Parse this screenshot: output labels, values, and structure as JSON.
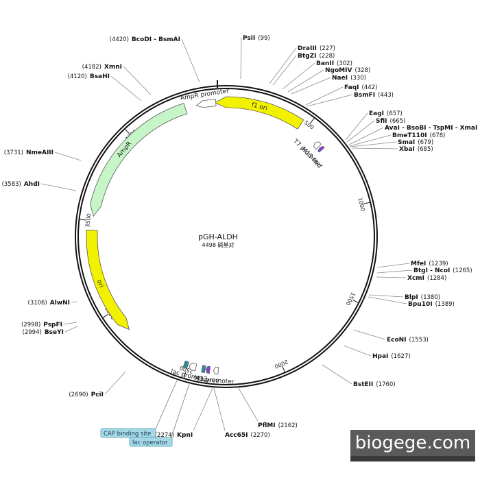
{
  "plasmid": {
    "name": "pGH-ALDH",
    "size_text": "4498 碱基对",
    "length": 4498
  },
  "ticks": [
    {
      "pos": 500,
      "label": "500"
    },
    {
      "pos": 1000,
      "label": "1000"
    },
    {
      "pos": 1500,
      "label": "1500"
    },
    {
      "pos": 2000,
      "label": "2000"
    },
    {
      "pos": 2500,
      "label": "2500"
    },
    {
      "pos": 3000,
      "label": "3000"
    },
    {
      "pos": 3500,
      "label": "3500"
    },
    {
      "pos": 4000,
      "label": "4000"
    }
  ],
  "features": [
    {
      "name": "f1 ori",
      "start": 4480,
      "end": 462,
      "dir": "rev",
      "color": "#f2f200"
    },
    {
      "name": "AmpR promoter",
      "start": 4380,
      "end": 4485,
      "dir": "rev",
      "color": "#ffffff"
    },
    {
      "name": "AmpR",
      "start": 3525,
      "end": 4320,
      "dir": "rev",
      "color": "#c6f5c8"
    },
    {
      "name": "ori",
      "start": 2870,
      "end": 3450,
      "dir": "rev",
      "color": "#f2f200"
    },
    {
      "name": "T7 promoter",
      "start": 585,
      "end": 615,
      "dir": "rev",
      "color": "#ffffff"
    },
    {
      "name": "M13 fwd",
      "start": 624,
      "end": 640,
      "dir": "rev",
      "color": "#8a3fd8"
    },
    {
      "name": "lac promoter",
      "start": 2455,
      "end": 2492,
      "dir": "fwd",
      "color": "#ffffff"
    },
    {
      "name": "CAP binding site",
      "start": 2500,
      "end": 2520,
      "dir": "none",
      "color": "#2f8f98"
    },
    {
      "name": "M13 rev",
      "start": 2380,
      "end": 2400,
      "dir": "fwd",
      "color": "#8a3fd8"
    },
    {
      "name": "T3 promoter",
      "start": 2335,
      "end": 2360,
      "dir": "fwd",
      "color": "#ffffff"
    },
    {
      "name": "lac operator",
      "start": 2405,
      "end": 2422,
      "dir": "none",
      "color": "#2f8f98"
    }
  ],
  "sites": [
    {
      "name": "PsiI",
      "pos": "(99)",
      "side": "right"
    },
    {
      "name": "DraIII",
      "pos": "(227)",
      "side": "right"
    },
    {
      "name": "BtgZI",
      "pos": "(228)",
      "side": "right"
    },
    {
      "name": "BanII",
      "pos": "(302)",
      "side": "right"
    },
    {
      "name": "NgoMIV",
      "pos": "(328)",
      "side": "right"
    },
    {
      "name": "NaeI",
      "pos": "(330)",
      "side": "right"
    },
    {
      "name": "FaqI",
      "pos": "(442)",
      "side": "right"
    },
    {
      "name": "BsmFI",
      "pos": "(443)",
      "side": "right"
    },
    {
      "name": "EagI",
      "pos": "(657)",
      "side": "right"
    },
    {
      "name": "SfiI",
      "pos": "(665)",
      "side": "right"
    },
    {
      "name": "AvaI - BsoBI - TspMI - XmaI",
      "pos": "(677)",
      "side": "right"
    },
    {
      "name": "BmeT110I",
      "pos": "(678)",
      "side": "right"
    },
    {
      "name": "SmaI",
      "pos": "(679)",
      "side": "right"
    },
    {
      "name": "XbaI",
      "pos": "(685)",
      "side": "right"
    },
    {
      "name": "MfeI",
      "pos": "(1239)",
      "side": "right"
    },
    {
      "name": "BtgI - NcoI",
      "pos": "(1265)",
      "side": "right"
    },
    {
      "name": "XcmI",
      "pos": "(1284)",
      "side": "right"
    },
    {
      "name": "BlpI",
      "pos": "(1380)",
      "side": "right"
    },
    {
      "name": "Bpu10I",
      "pos": "(1389)",
      "side": "right"
    },
    {
      "name": "EcoNI",
      "pos": "(1553)",
      "side": "right"
    },
    {
      "name": "HpaI",
      "pos": "(1627)",
      "side": "right"
    },
    {
      "name": "BstEII",
      "pos": "(1760)",
      "side": "right"
    },
    {
      "name": "PflMI",
      "pos": "(2162)",
      "side": "bottom"
    },
    {
      "name": "Acc65I",
      "pos": "(2270)",
      "side": "bottom"
    },
    {
      "name": "KpnI",
      "pos": "(2274)",
      "side": "bottom"
    },
    {
      "name": "PciI",
      "pos": "(2690)",
      "side": "left"
    },
    {
      "name": "BseYI",
      "pos": "(2994)",
      "side": "left"
    },
    {
      "name": "PspFI",
      "pos": "(2998)",
      "side": "left"
    },
    {
      "name": "AlwNI",
      "pos": "(3106)",
      "side": "left"
    },
    {
      "name": "AhdI",
      "pos": "(3583)",
      "side": "left"
    },
    {
      "name": "NmeAIII",
      "pos": "(3731)",
      "side": "left"
    },
    {
      "name": "BsaHI",
      "pos": "(4120)",
      "side": "left"
    },
    {
      "name": "XmnI",
      "pos": "(4182)",
      "side": "left"
    },
    {
      "name": "BcoDI - BsmAI",
      "pos": "(4420)",
      "side": "left"
    }
  ],
  "callouts": [
    {
      "text": "CAP binding site"
    },
    {
      "text": "lac operator"
    }
  ],
  "watermark": "biogege.com"
}
